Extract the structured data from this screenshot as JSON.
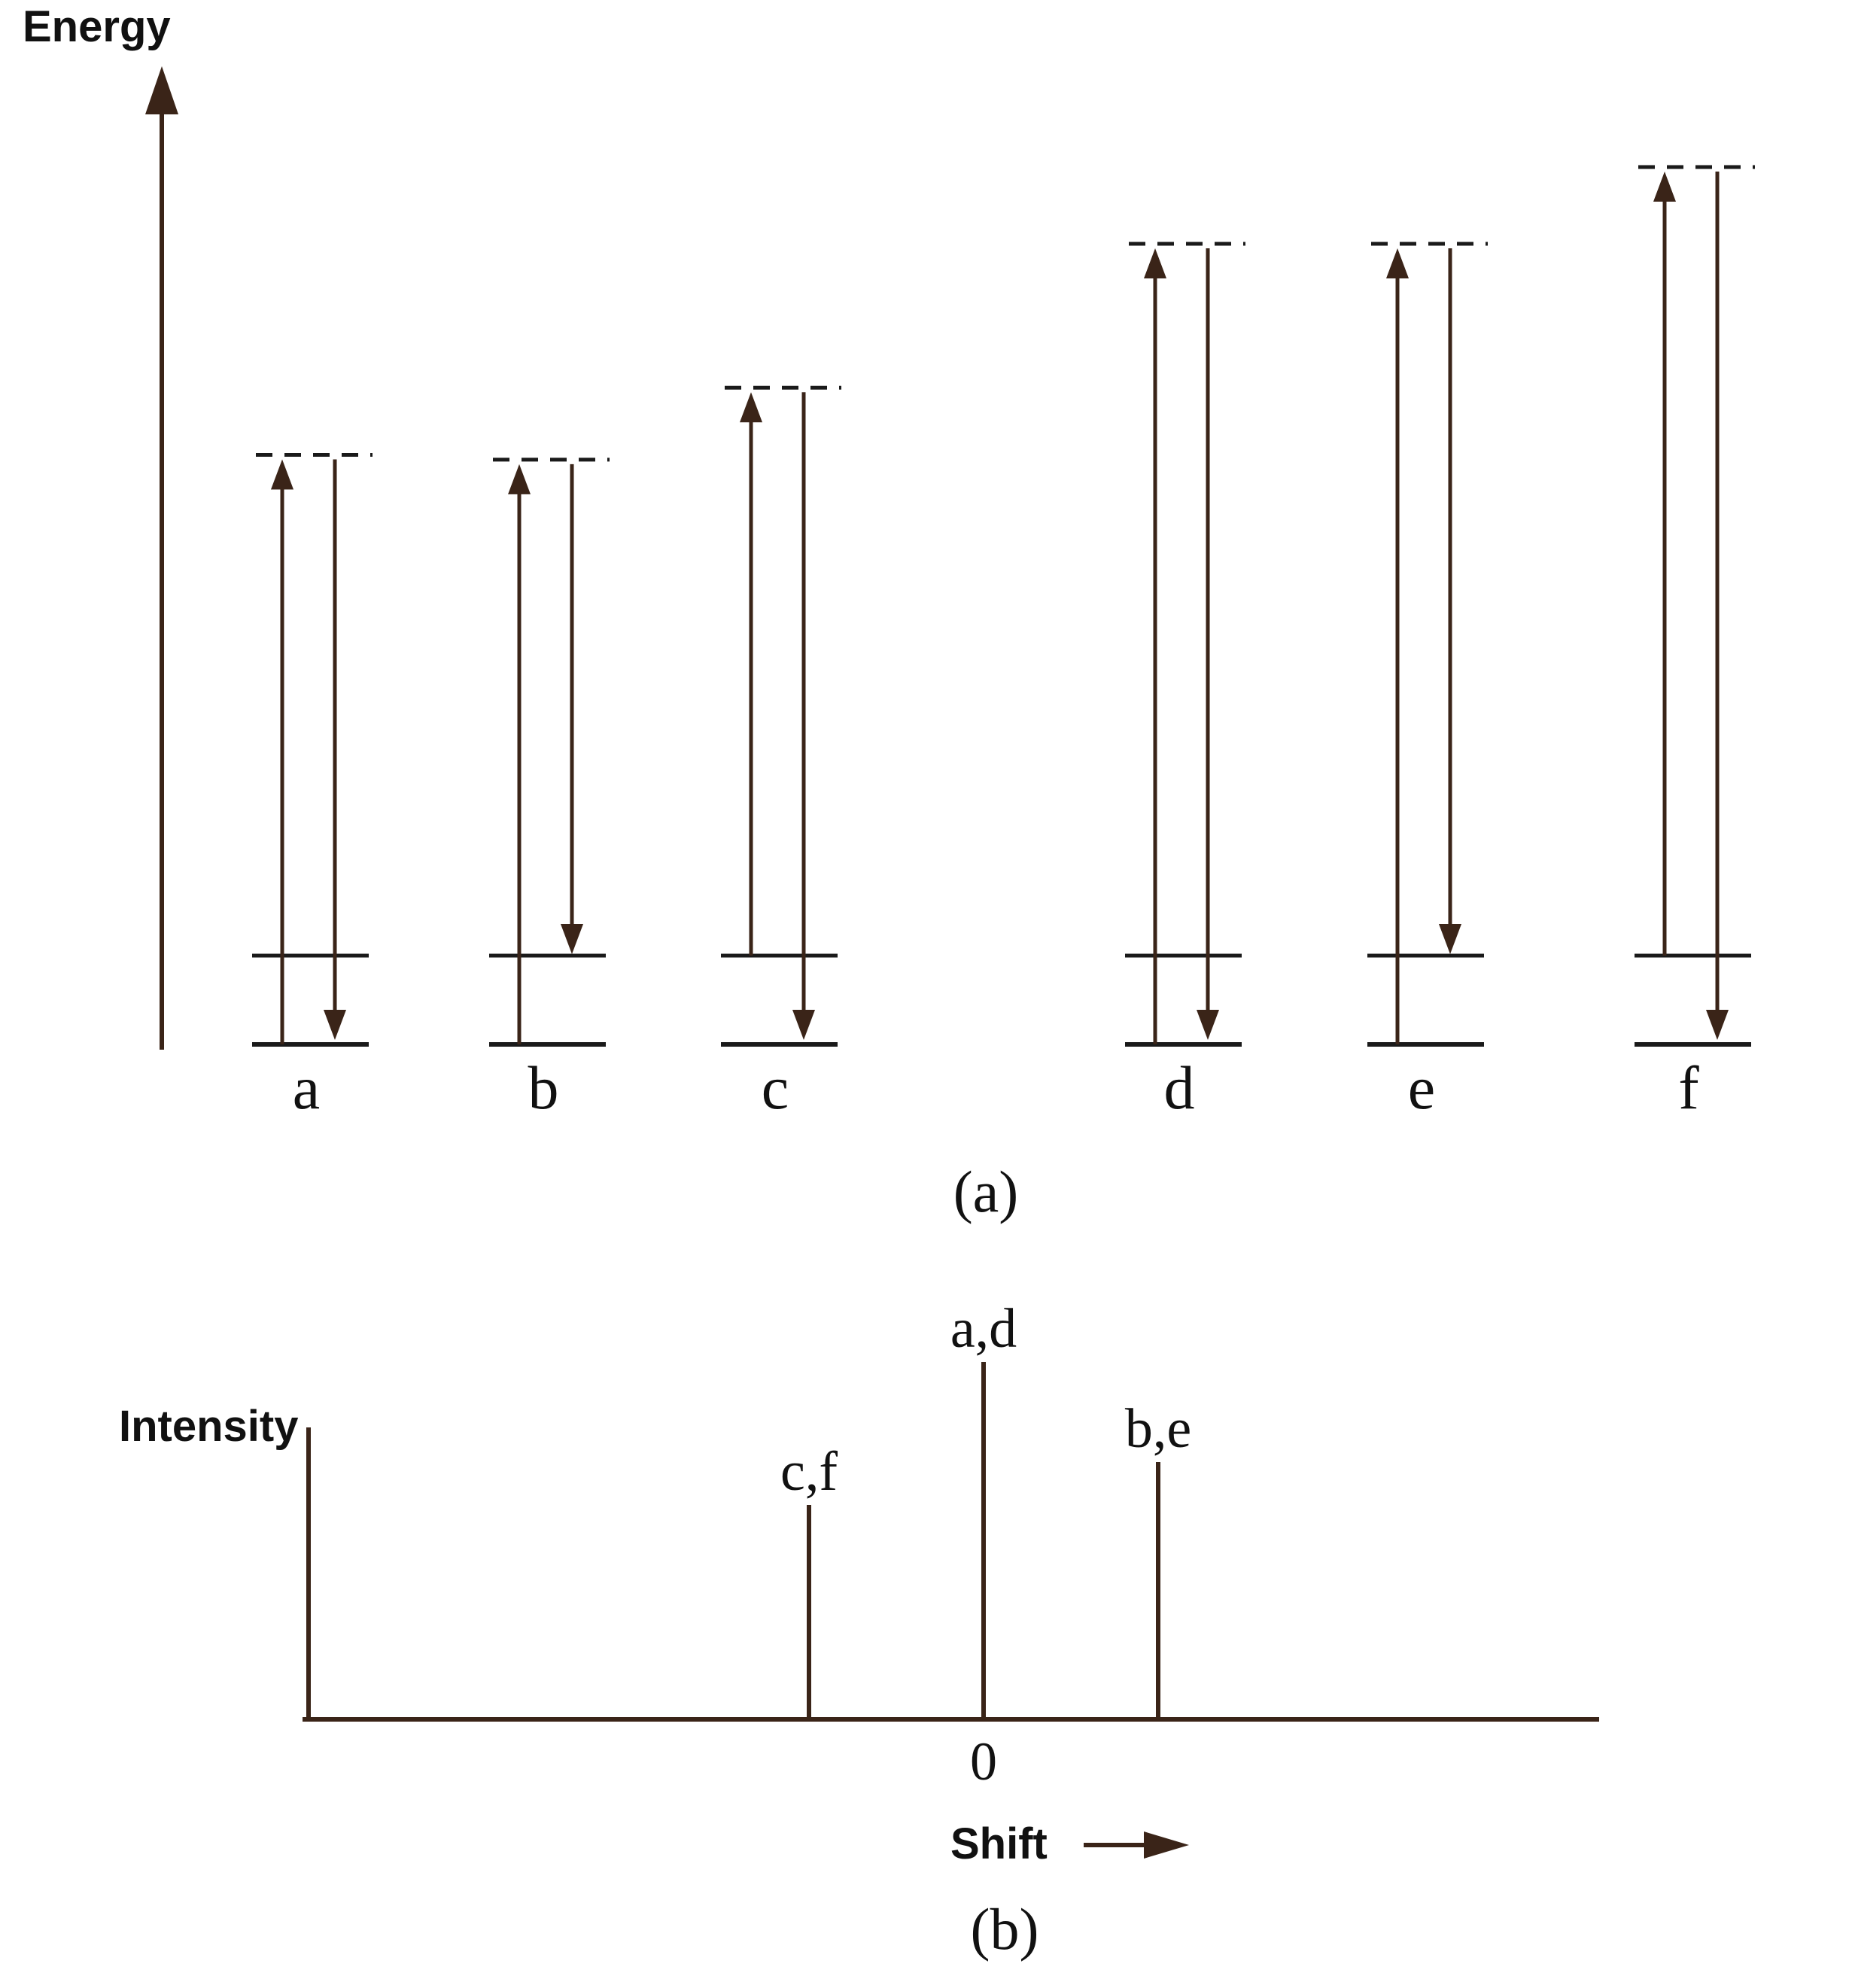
{
  "diagram_a": {
    "axis_label": "Energy",
    "caption": "(a)",
    "columns": [
      {
        "id": "a",
        "label": "a",
        "excitation_level": 0.62,
        "lower_level": "ground",
        "upper_arrow_from": "ground",
        "down_arrow_to": "ground"
      },
      {
        "id": "b",
        "label": "b",
        "excitation_level": 0.615,
        "lower_level": "ground",
        "upper_arrow_from": "ground",
        "down_arrow_to": "vibrational"
      },
      {
        "id": "c",
        "label": "c",
        "excitation_level": 0.69,
        "lower_level": "vibrational",
        "upper_arrow_from": "vibrational",
        "down_arrow_to": "ground"
      },
      {
        "id": "d",
        "label": "d",
        "excitation_level": 0.84,
        "lower_level": "ground",
        "upper_arrow_from": "ground",
        "down_arrow_to": "ground"
      },
      {
        "id": "e",
        "label": "e",
        "excitation_level": 0.84,
        "lower_level": "ground",
        "upper_arrow_from": "ground",
        "down_arrow_to": "vibrational"
      },
      {
        "id": "f",
        "label": "f",
        "excitation_level": 0.92,
        "lower_level": "vibrational",
        "upper_arrow_from": "vibrational",
        "down_arrow_to": "ground"
      }
    ]
  },
  "diagram_b": {
    "y_label": "Intensity",
    "x_label": "Shift",
    "zero_label": "0",
    "caption": "(b)",
    "lines": [
      {
        "label": "c,f",
        "shift": -1,
        "intensity": 0.6
      },
      {
        "label": "a,d",
        "shift": 0,
        "intensity": 1.0
      },
      {
        "label": "b,e",
        "shift": 1,
        "intensity": 0.72
      }
    ]
  },
  "colors": {
    "stroke": "#3a2418",
    "level": "#1a1a1a",
    "text": "#111111"
  }
}
